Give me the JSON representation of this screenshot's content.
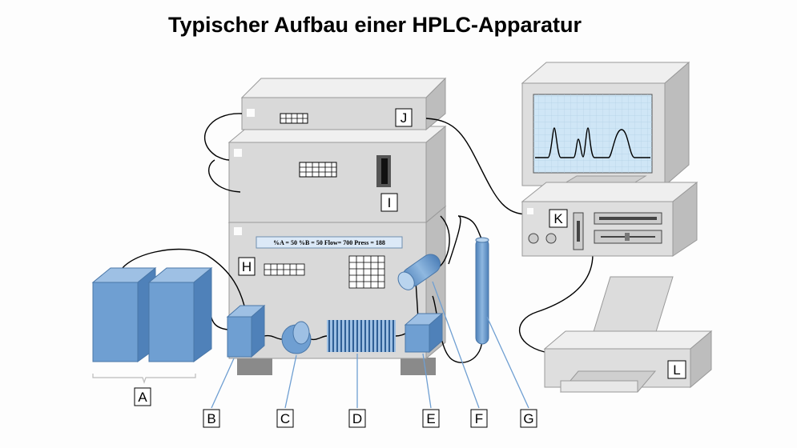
{
  "title": "Typischer Aufbau einer HPLC-Apparatur",
  "display_text": "%A = 50   %B = 50   Flow= 700   Press = 188",
  "labels": {
    "A": "A",
    "B": "B",
    "C": "C",
    "D": "D",
    "E": "E",
    "F": "F",
    "G": "G",
    "H": "H",
    "I": "I",
    "J": "J",
    "K": "K",
    "L": "L"
  },
  "colors": {
    "device_light": "#e6e6e6",
    "device_mid": "#d2d2d2",
    "device_dark": "#a9a9a9",
    "blue_component": "#6f9fd2",
    "monitor_screen": "#cfe6f6"
  }
}
